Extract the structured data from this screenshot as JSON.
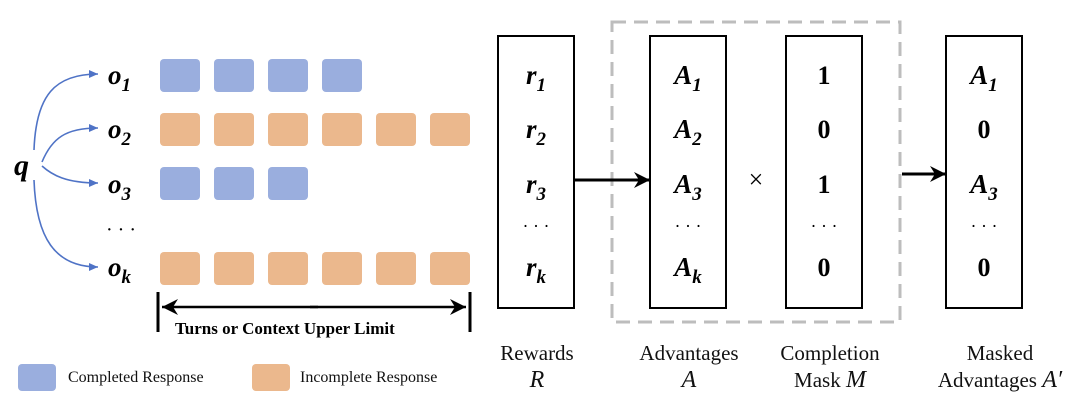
{
  "query_symbol": "q",
  "outputs": [
    {
      "base": "o",
      "sub": "1",
      "states": [
        "completed",
        "completed",
        "completed",
        "completed"
      ]
    },
    {
      "base": "o",
      "sub": "2",
      "states": [
        "incomplete",
        "incomplete",
        "incomplete",
        "incomplete",
        "incomplete",
        "incomplete"
      ]
    },
    {
      "base": "o",
      "sub": "3",
      "states": [
        "completed",
        "completed",
        "completed"
      ]
    },
    {
      "base": "o",
      "sub": "k",
      "states": [
        "incomplete",
        "incomplete",
        "incomplete",
        "incomplete",
        "incomplete",
        "incomplete"
      ]
    }
  ],
  "ellipsis": "· · ·",
  "limit_label": "Turns or Context Upper Limit",
  "legend": {
    "completed": "Completed Response",
    "incomplete": "Incomplete Response"
  },
  "colors": {
    "completed": "#9aaede",
    "incomplete": "#ebb88d",
    "arrow_blue": "#4f73c6",
    "dash_box": "#bdbdbd"
  },
  "rewards": {
    "cells": [
      {
        "base": "r",
        "sub": "1"
      },
      {
        "base": "r",
        "sub": "2"
      },
      {
        "base": "r",
        "sub": "3"
      },
      {
        "text": "· · ·"
      },
      {
        "base": "r",
        "sub": "k"
      }
    ],
    "caption_line1": "Rewards",
    "caption_symbol": "R"
  },
  "advantages": {
    "cells": [
      {
        "base": "A",
        "sub": "1"
      },
      {
        "base": "A",
        "sub": "2"
      },
      {
        "base": "A",
        "sub": "3"
      },
      {
        "text": "· · ·"
      },
      {
        "base": "A",
        "sub": "k"
      }
    ],
    "caption_line1": "Advantages",
    "caption_symbol": "A"
  },
  "times_symbol": "×",
  "mask": {
    "cells": [
      {
        "text": "1"
      },
      {
        "text": "0"
      },
      {
        "text": "1"
      },
      {
        "text": "· · ·"
      },
      {
        "text": "0"
      }
    ],
    "caption_line1": "Completion",
    "caption_line2": "Mask",
    "caption_symbol": "M"
  },
  "masked": {
    "cells": [
      {
        "base": "A",
        "sub": "1"
      },
      {
        "text": "0"
      },
      {
        "base": "A",
        "sub": "3"
      },
      {
        "text": "· · ·"
      },
      {
        "text": "0"
      }
    ],
    "caption_line1": "Masked",
    "caption_line2": "Advantages",
    "caption_symbol": "A′"
  }
}
